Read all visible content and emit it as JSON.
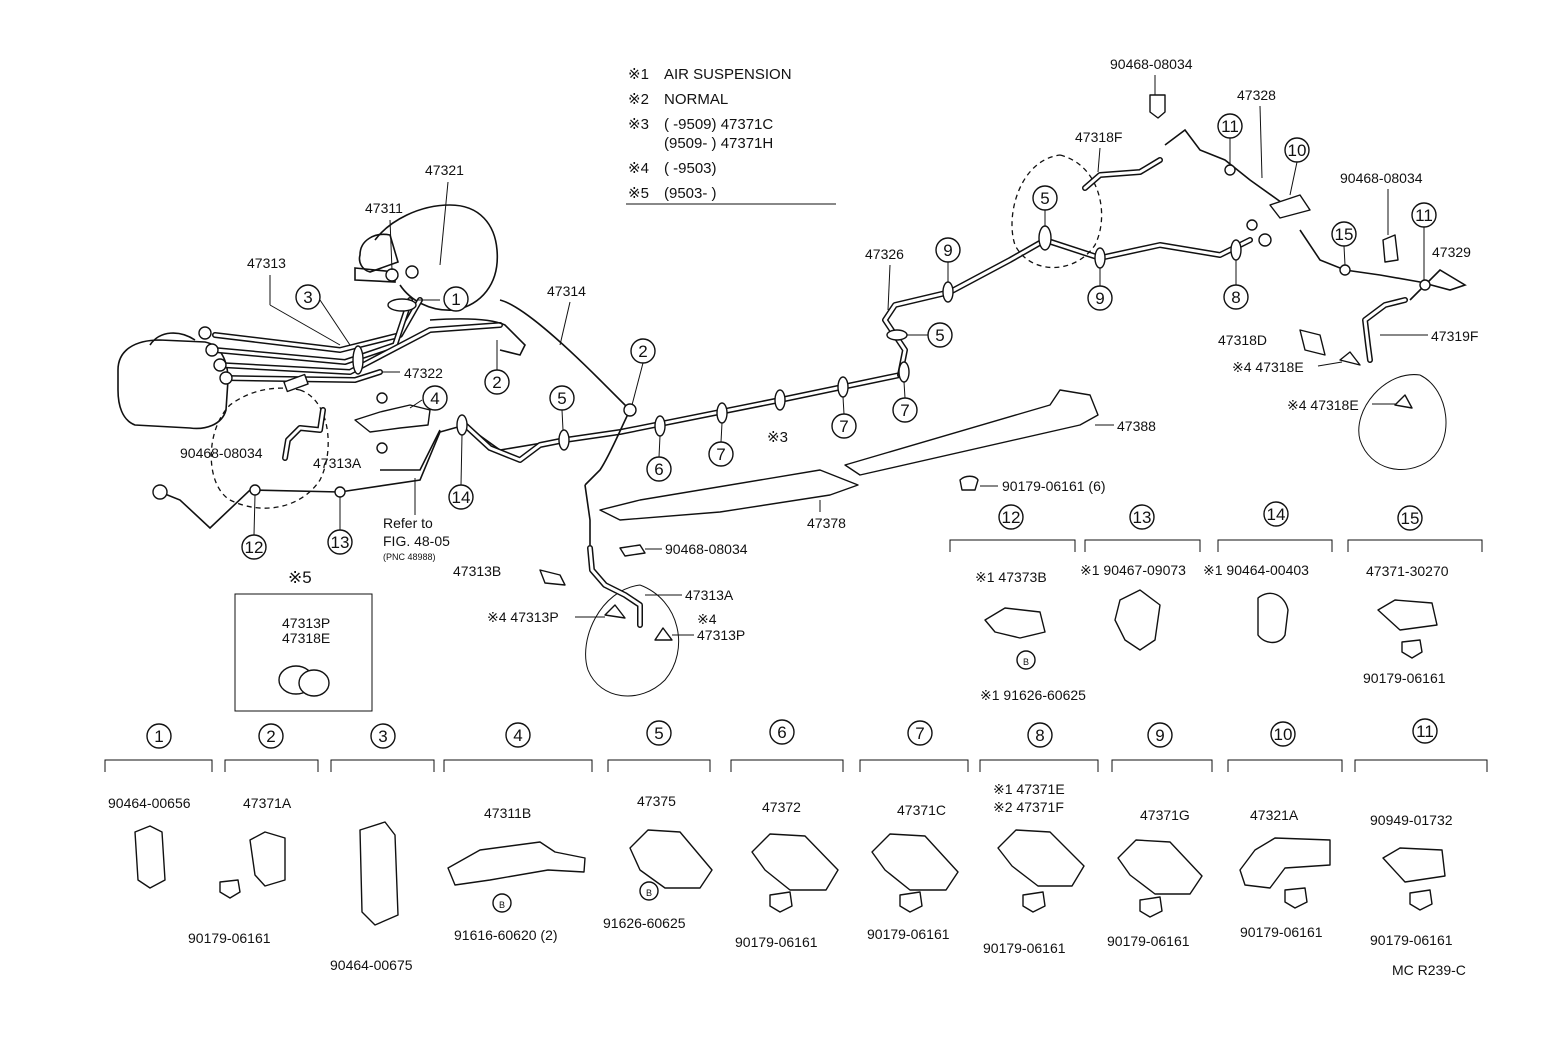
{
  "notes": [
    {
      "mark": "※1",
      "text": "AIR SUSPENSION"
    },
    {
      "mark": "※2",
      "text": "NORMAL"
    },
    {
      "mark": "※3",
      "text": "(        -9509) 47371C"
    },
    {
      "mark": "",
      "text": "(9509-        ) 47371H"
    },
    {
      "mark": "※4",
      "text": "(        -9503)"
    },
    {
      "mark": "※5",
      "text": "(9503-        )"
    }
  ],
  "part_numbers": {
    "p47321": "47321",
    "p47311": "47311",
    "p47313": "47313",
    "p47314": "47314",
    "p47322": "47322",
    "p90468_left": "90468-08034",
    "p47313A_left": "47313A",
    "refer1": "Refer to",
    "refer2": "FIG. 48-05",
    "refer3": "(PNC 48988)",
    "p47313B": "47313B",
    "p90468_mid": "90468-08034",
    "p47313A_mid": "47313A",
    "p47313P_a": "※4 47313P",
    "p47313P_b1": "※4",
    "p47313P_b2": "47313P",
    "p47378": "47378",
    "p47388": "47388",
    "p90179_6": "90179-06161 (6)",
    "p47326": "47326",
    "p90468_top": "90468-08034",
    "p47318F": "47318F",
    "p47328": "47328",
    "p90468_right": "90468-08034",
    "p47329": "47329",
    "p47318D": "47318D",
    "p47319F": "47319F",
    "p47318E_a": "※4 47318E",
    "p47318E_b": "※4 47318E",
    "star3": "※3"
  },
  "box5": {
    "title": "※5",
    "line1": "47313P",
    "line2": "47318E"
  },
  "callouts_diagram": [
    "1",
    "2",
    "3",
    "4",
    "5",
    "6",
    "7",
    "8",
    "9",
    "10",
    "11",
    "12",
    "13",
    "14",
    "15"
  ],
  "detail_mid": [
    {
      "num": "12",
      "part": "※1 47373B",
      "fastener": "※1 91626-60625",
      "marker": "B"
    },
    {
      "num": "13",
      "part": "※1 90467-09073"
    },
    {
      "num": "14",
      "part": "※1 90464-00403"
    },
    {
      "num": "15",
      "part": "47371-30270",
      "fastener": "90179-06161"
    }
  ],
  "detail_bottom": [
    {
      "num": "1",
      "part": "90464-00656"
    },
    {
      "num": "2",
      "part": "47371A",
      "fastener": "90179-06161"
    },
    {
      "num": "3",
      "part": "90464-00675"
    },
    {
      "num": "4",
      "part": "47311B",
      "fastener": "91616-60620 (2)",
      "marker": "B"
    },
    {
      "num": "5",
      "part": "47375",
      "fastener": "91626-60625",
      "marker": "B"
    },
    {
      "num": "6",
      "part": "47372",
      "fastener": "90179-06161"
    },
    {
      "num": "7",
      "part": "47371C",
      "fastener": "90179-06161"
    },
    {
      "num": "8",
      "part": "※1 47371E",
      "part2": "※2 47371F",
      "fastener": "90179-06161"
    },
    {
      "num": "9",
      "part": "47371G",
      "fastener": "90179-06161"
    },
    {
      "num": "10",
      "part": "47321A",
      "fastener": "90179-06161"
    },
    {
      "num": "11",
      "part": "90949-01732",
      "fastener": "90179-06161"
    }
  ],
  "footer_code": "MC R239-C"
}
